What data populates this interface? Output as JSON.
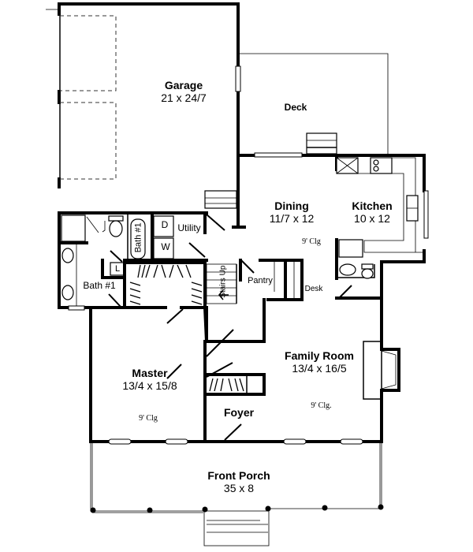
{
  "plan": {
    "rooms": {
      "garage": {
        "name": "Garage",
        "dims": "21 x 24/7"
      },
      "deck": {
        "name": "Deck"
      },
      "dining": {
        "name": "Dining",
        "dims": "11/7 x 12",
        "ceiling": "9' Clg"
      },
      "kitchen": {
        "name": "Kitchen",
        "dims": "10 x 12"
      },
      "utility": {
        "name": "Utility"
      },
      "bath_tub": {
        "name": "Bath #1"
      },
      "bath_master": {
        "name": "Bath #1"
      },
      "pantry": {
        "name": "Pantry"
      },
      "desk": {
        "name": "Desk"
      },
      "stairs": {
        "name": "Stairs",
        "direction": "Up"
      },
      "family": {
        "name": "Family Room",
        "dims": "13/4 x 16/5",
        "ceiling": "9' Clg."
      },
      "master": {
        "name": "Master",
        "dims": "13/4 x 15/8",
        "ceiling": "9' Clg"
      },
      "foyer": {
        "name": "Foyer"
      },
      "porch": {
        "name": "Front Porch",
        "dims": "35 x 8"
      }
    },
    "appliances": {
      "dryer": "D",
      "washer": "W",
      "linen": "L"
    },
    "colors": {
      "line": "#000000",
      "background": "#ffffff"
    }
  }
}
